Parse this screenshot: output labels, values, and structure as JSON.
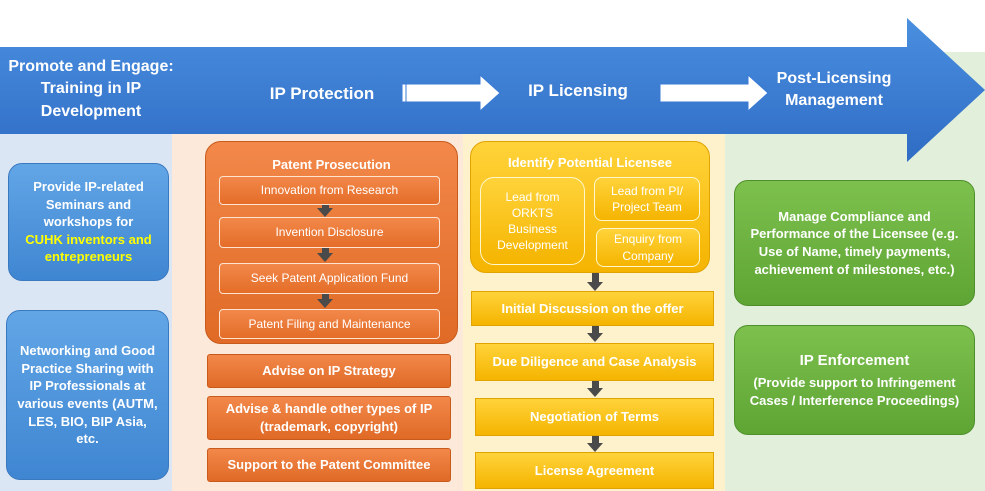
{
  "stages": {
    "promote": "Promote and Engage: Training in IP Development",
    "protection": "IP Protection",
    "licensing": "IP Licensing",
    "post": "Post-Licensing Management"
  },
  "promote_col": {
    "box1_main": "Provide IP-related Seminars and workshops for",
    "box1_highlight": "CUHK inventors and entrepreneurs",
    "box2": "Networking and Good Practice Sharing with IP Professionals at various events (AUTM, LES, BIO, BIP Asia, etc."
  },
  "protection_col": {
    "title": "Patent Prosecution",
    "steps": [
      "Innovation from Research",
      "Invention Disclosure",
      "Seek Patent Application Fund",
      "Patent Filing and Maintenance"
    ],
    "advise": "Advise on IP Strategy",
    "other": "Advise & handle other types of IP (trademark, copyright)",
    "committee": "Support to the Patent Committee"
  },
  "licensing_col": {
    "title": "Identify Potential Licensee",
    "lead_orkts": "Lead from ORKTS Business Development",
    "lead_pi": "Lead from PI/ Project Team",
    "enquiry": "Enquiry from Company",
    "steps": [
      "Initial Discussion on the offer",
      "Due Diligence and Case Analysis",
      "Negotiation of Terms",
      "License Agreement"
    ]
  },
  "post_col": {
    "compliance": "Manage Compliance and Performance of the Licensee (e.g. Use of Name, timely payments, achievement of milestones, etc.)",
    "enforcement_title": "IP Enforcement",
    "enforcement_body": "(Provide support to Infringement Cases / Interference Proceedings)"
  },
  "colors": {
    "arrow": "#3a7bd5",
    "promote_bg": "#dbe6f4",
    "protection_bg": "#fde9d9",
    "licensing_bg": "#fef2cc",
    "post_bg": "#e2efda",
    "highlight": "#ffff00"
  }
}
